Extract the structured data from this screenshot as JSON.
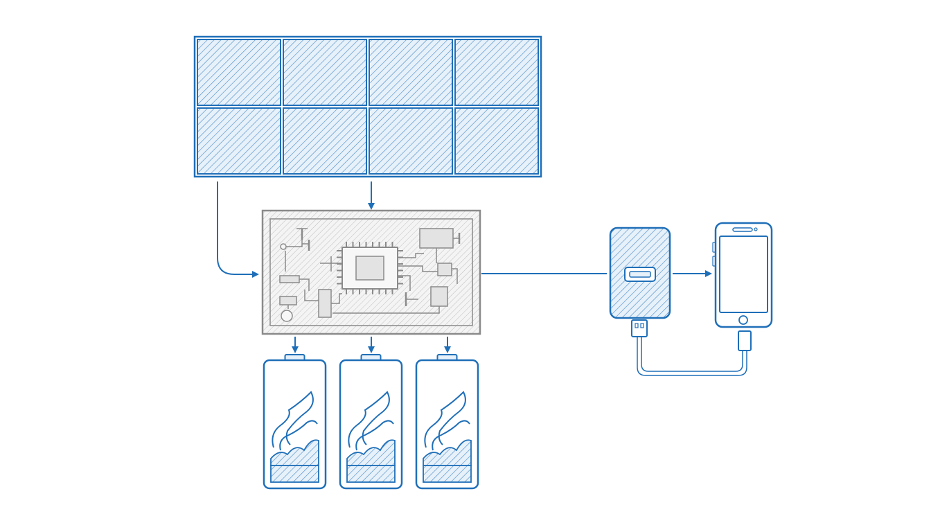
{
  "colors": {
    "primary": "#1f6fb8",
    "light_fill": "#e7f1fa",
    "gray": "#8a8a8a",
    "gray_fill": "#f2f2f2",
    "background": "#ffffff"
  },
  "components": [
    {
      "id": "solar-panel",
      "icon": "solar-panel-icon",
      "cells": 8
    },
    {
      "id": "charge-controller",
      "icon": "circuit-board-icon"
    },
    {
      "id": "battery-bank",
      "icon": "battery-icon",
      "count": 3
    },
    {
      "id": "power-bank",
      "icon": "power-bank-icon",
      "port": "usb-port-icon"
    },
    {
      "id": "smartphone",
      "icon": "smartphone-icon"
    }
  ],
  "connections": [
    {
      "from": "solar-panel",
      "to": "charge-controller",
      "count": 2
    },
    {
      "from": "charge-controller",
      "to": "battery-bank",
      "count": 3
    },
    {
      "from": "charge-controller",
      "to": "power-bank",
      "count": 1
    },
    {
      "from": "power-bank",
      "to": "smartphone",
      "count": 1
    },
    {
      "from": "power-bank",
      "to": "smartphone",
      "type": "usb-cable"
    }
  ]
}
